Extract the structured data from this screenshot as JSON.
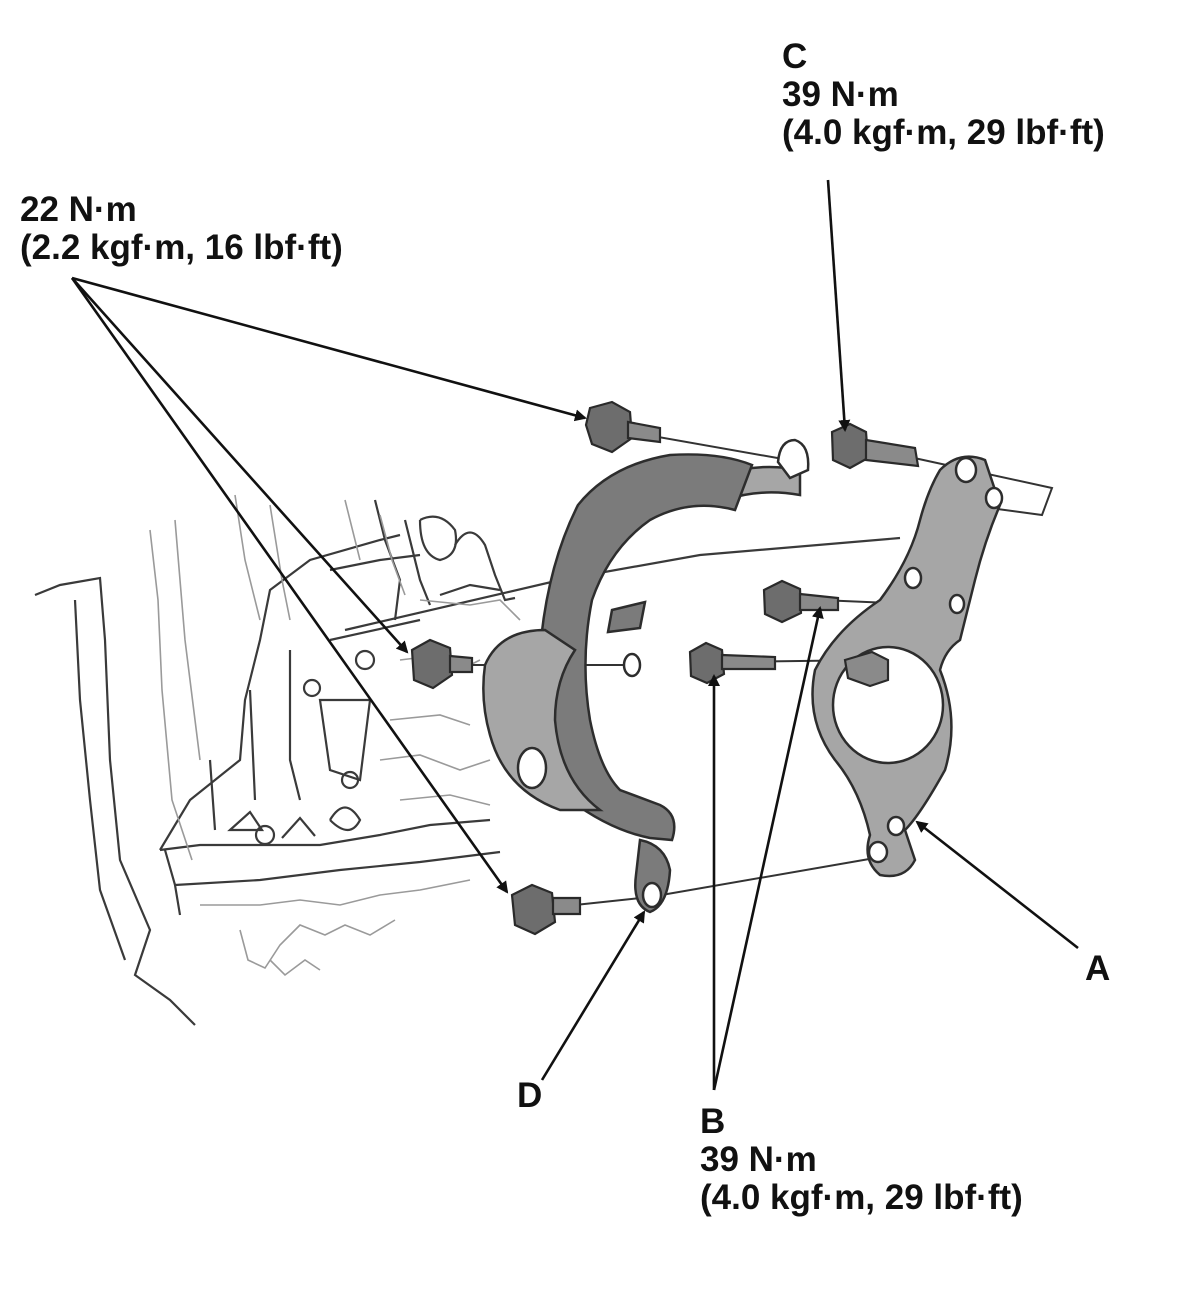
{
  "labels": {
    "bolt_22": {
      "line1": "22 N·m",
      "line2": "(2.2 kgf·m, 16 lbf·ft)"
    },
    "C": {
      "letter": "C",
      "line1": "39 N·m",
      "line2": "(4.0 kgf·m, 29 lbf·ft)"
    },
    "B": {
      "letter": "B",
      "line1": "39 N·m",
      "line2": "(4.0 kgf·m, 29 lbf·ft)"
    },
    "A": {
      "letter": "A"
    },
    "D": {
      "letter": "D"
    }
  },
  "colors": {
    "part_fill": "#7b7b7b",
    "bracket_fill": "#a6a6a6",
    "outline": "#2d2d2d",
    "leader": "#111111"
  }
}
